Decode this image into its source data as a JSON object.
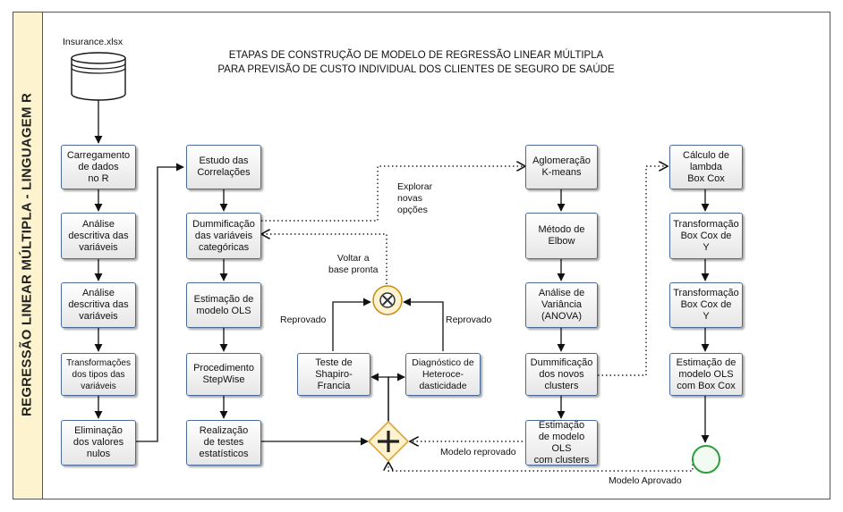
{
  "lane_label": "REGRESSÃO LINEAR MÚLTIPLA - LINGUAGEM R",
  "title_line1": "ETAPAS DE CONSTRUÇÃO DE MODELO DE REGRESSÃO LINEAR MÚLTIPLA",
  "title_line2": "PARA PREVISÃO DE CUSTO INDIVIDUAL DOS CLIENTES DE SEGURO DE SAÚDE",
  "database_label": "Insurance.xlsx",
  "col1": {
    "load": [
      "Carregamento",
      "de dados",
      "no R"
    ],
    "desc1": [
      "Análise",
      "descritiva das",
      "variáveis"
    ],
    "desc2": [
      "Análise",
      "descritiva das",
      "variáveis"
    ],
    "types": [
      "Transformações",
      "dos tipos das",
      "variáveis"
    ],
    "nulls": [
      "Eliminação",
      "dos valores",
      "nulos"
    ]
  },
  "col2": {
    "corr": [
      "Estudo das",
      "Correlações"
    ],
    "dummy": [
      "Dummificação",
      "das variáveis",
      "categóricas"
    ],
    "ols": [
      "Estimação de",
      "modelo OLS"
    ],
    "stepwise": [
      "Procedimento",
      "StepWise"
    ],
    "tests": [
      "Realização",
      "de testes",
      "estatísticos"
    ]
  },
  "tests_block": {
    "shapiro": [
      "Teste de",
      "Shapiro-",
      "Francia"
    ],
    "hetero": [
      "Diagnóstico de",
      "Heteroce-",
      "dasticidade"
    ],
    "reprovado_left": "Reprovado",
    "reprovado_right": "Reprovado",
    "voltar": [
      "Voltar a",
      "base pronta"
    ]
  },
  "explore_label": [
    "Explorar",
    "novas",
    "opções"
  ],
  "col3": {
    "kmeans": [
      "Aglomeração",
      "K-means"
    ],
    "elbow": [
      "Método de",
      "Elbow"
    ],
    "anova": [
      "Análise de",
      "Variância",
      "(ANOVA)"
    ],
    "dummy_clusters": [
      "Dummificação",
      "dos novos",
      "clusters"
    ],
    "ols_clusters": [
      "Estimação",
      "de modelo OLS",
      "com clusters"
    ]
  },
  "col4": {
    "lambda": [
      "Cálculo de",
      "lambda",
      "Box Cox"
    ],
    "transf1": [
      "Transformação",
      "Box Cox de",
      "Y"
    ],
    "transf2": [
      "Transformação",
      "Box Cox de",
      "Y"
    ],
    "ols_boxcox": [
      "Estimação de",
      "modelo OLS",
      "com Box Cox"
    ]
  },
  "modelo_reprovado": "Modelo reprovado",
  "modelo_aprovado": "Modelo Aprovado",
  "colors": {
    "lane": "#fdf3cf",
    "box_border": "#4a6a9a",
    "gateway": "#f5a623",
    "end_event": "#2e9e3a"
  }
}
